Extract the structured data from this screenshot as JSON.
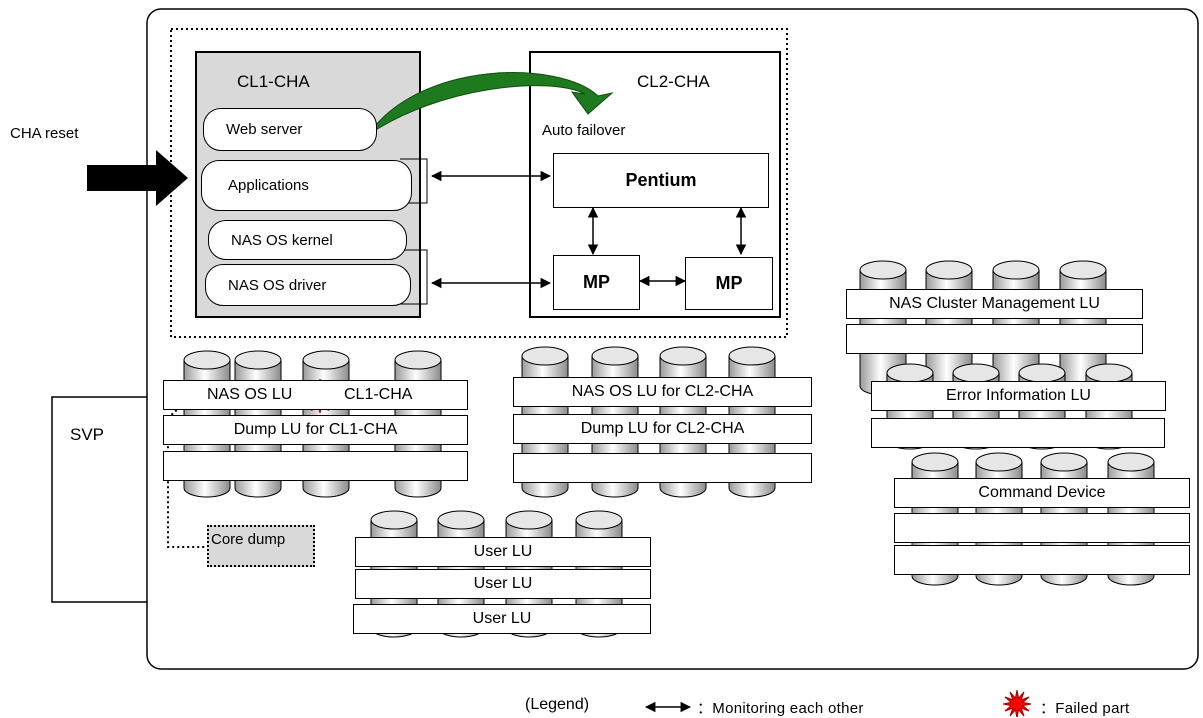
{
  "left_labels": {
    "cha_reset": "CHA reset",
    "svp": "SVP"
  },
  "cl1": {
    "title": "CL1-CHA",
    "web_server": "Web server",
    "applications": "Applications",
    "nas_os_kernel": "NAS OS kernel",
    "nas_os_driver": "NAS OS driver"
  },
  "cl2": {
    "title": "CL2-CHA",
    "auto_failover": "Auto failover",
    "pentium": "Pentium",
    "mp_left": "MP",
    "mp_right": "MP"
  },
  "lu_group_cl1": {
    "nas_os_lu_left": "NAS OS LU",
    "nas_os_lu_right": "CL1-CHA",
    "dump_lu": "Dump LU for CL1-CHA"
  },
  "core_dump": "Core dump",
  "lu_group_cl2": {
    "nas_os_lu": "NAS OS LU for CL2-CHA",
    "dump_lu": "Dump LU for CL2-CHA"
  },
  "user_lus": [
    "User LU",
    "User LU",
    "User LU"
  ],
  "right_stacks": {
    "cluster_mgmt": "NAS Cluster Management LU",
    "error_info": "Error Information LU",
    "command_device": "Command Device"
  },
  "legend": {
    "title": "(Legend)",
    "monitoring": "：Monitoring each other",
    "failed": "：Failed part"
  },
  "colors": {
    "cha_fill": "#d9d9d9",
    "arrow_green": "#1e7a1e",
    "failed_red": "#ff0000",
    "core_dump_fill": "#d9d9d9"
  }
}
